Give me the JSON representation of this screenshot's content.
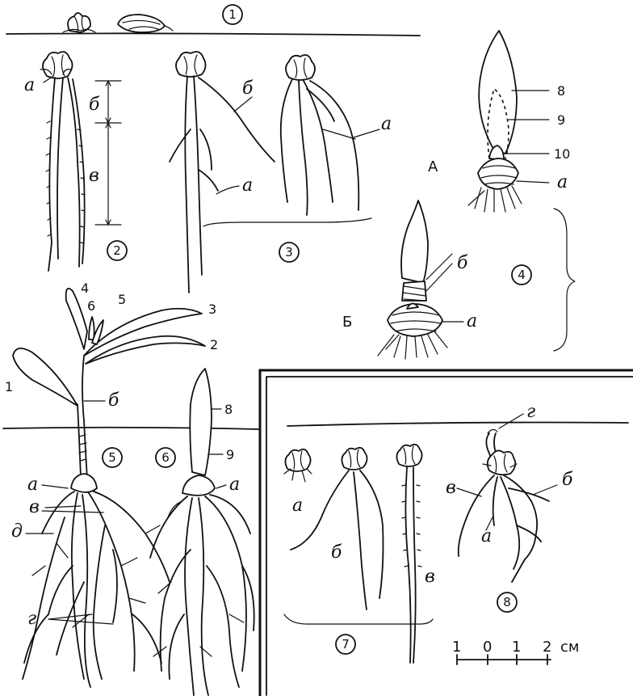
{
  "figures": [
    {
      "id": "fig1",
      "number": "1"
    },
    {
      "id": "fig2",
      "number": "2"
    },
    {
      "id": "fig3",
      "number": "3"
    },
    {
      "id": "fig4",
      "number": "4"
    },
    {
      "id": "fig5",
      "number": "5"
    },
    {
      "id": "fig6",
      "number": "6"
    },
    {
      "id": "fig7",
      "number": "7"
    },
    {
      "id": "fig8",
      "number": "8"
    }
  ],
  "labels": {
    "a": "а",
    "b": "б",
    "v": "в",
    "g": "г",
    "d": "д",
    "A": "А",
    "B": "Б",
    "n1": "1",
    "n2": "2",
    "n3": "3",
    "n4": "4",
    "n5": "5",
    "n6": "6",
    "n8": "8",
    "n9": "9",
    "n10": "10"
  },
  "scale": {
    "ticks": [
      "1",
      "0",
      "1",
      "2"
    ],
    "unit": "см"
  }
}
